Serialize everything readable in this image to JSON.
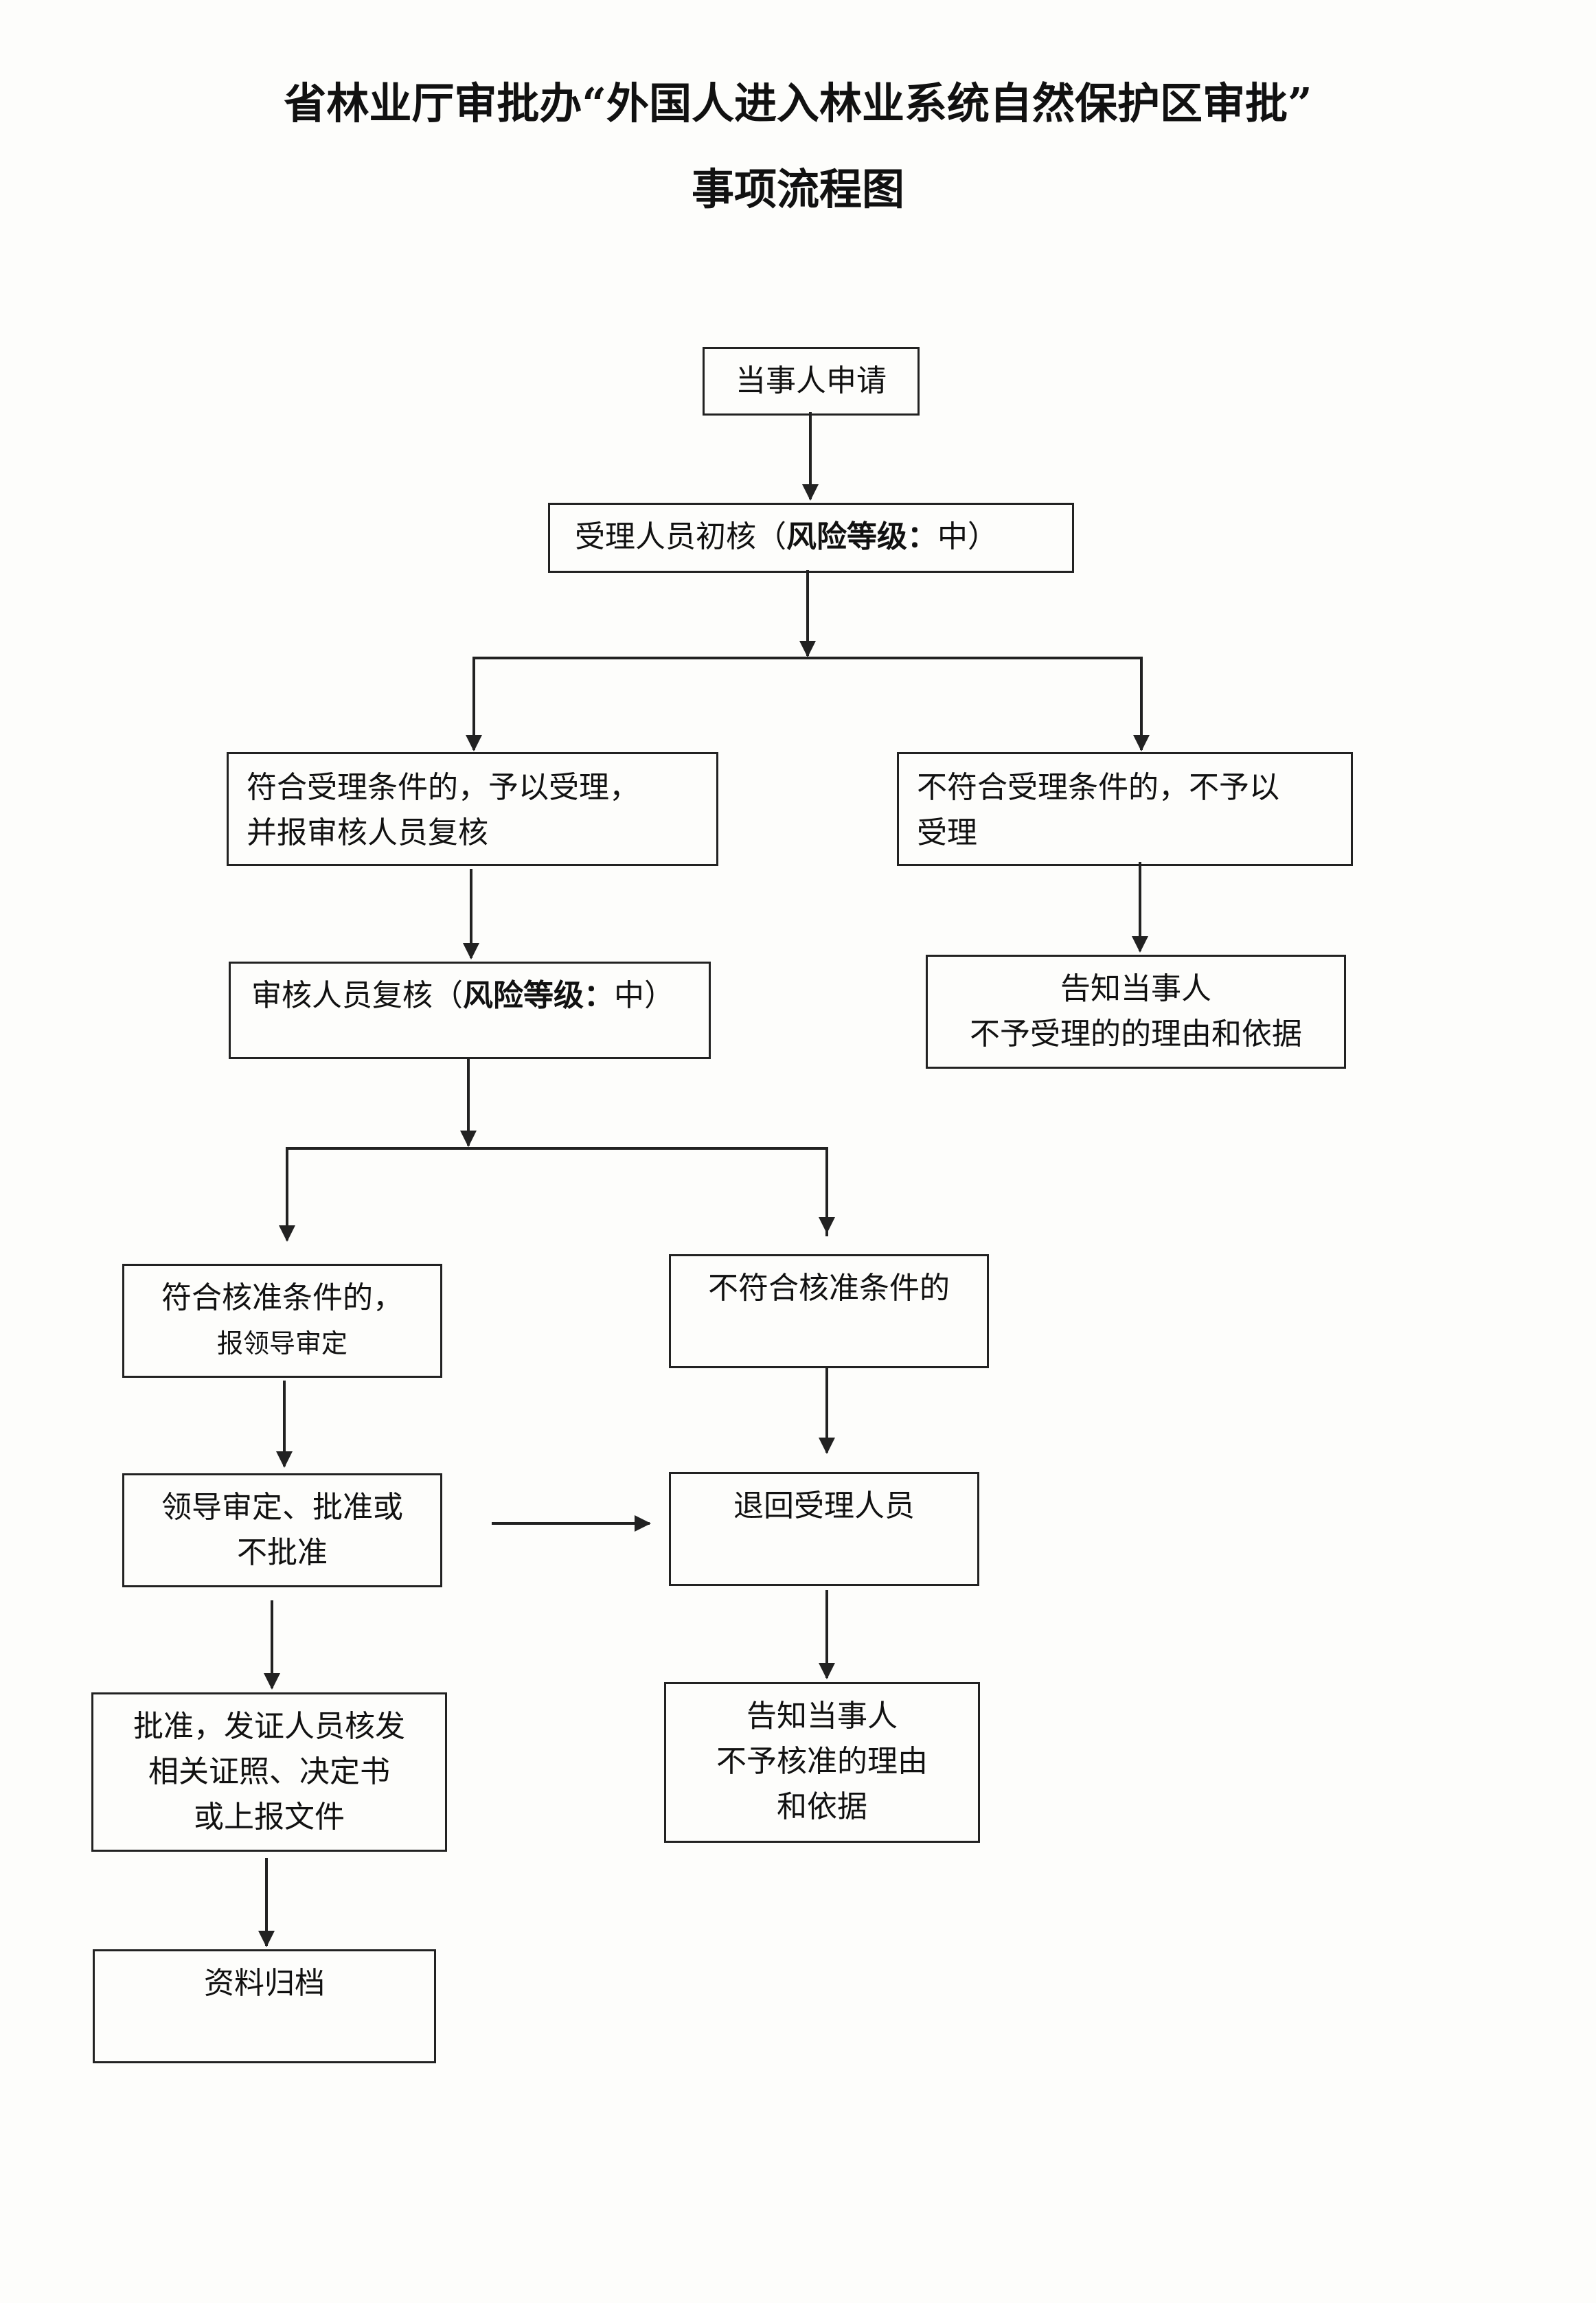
{
  "title": {
    "line1": "省林业厅审批办“外国人进入林业系统自然保护区审批”",
    "line2": "事项流程图"
  },
  "nodes": {
    "apply": {
      "text": "当事人申请"
    },
    "initial_review": {
      "prefix": "受理人员初核（",
      "risk": "风险等级：",
      "level": "中",
      "suffix": "）"
    },
    "accept": {
      "line1": "符合受理条件的，予以受理，",
      "line2": "并报审核人员复核"
    },
    "reject_accept": {
      "line1": "不符合受理条件的，不予以",
      "line2": "受理"
    },
    "notify_reject": {
      "line1": "告知当事人",
      "line2": "不予受理的的理由和依据"
    },
    "recheck": {
      "prefix": "审核人员复核（",
      "risk": "风险等级：",
      "level": "中",
      "suffix": "）"
    },
    "approve_cond": {
      "line1": "符合核准条件的，",
      "line2": "报领导审定"
    },
    "reject_cond": {
      "text": "不符合核准条件的"
    },
    "leader": {
      "line1": "领导审定、批准或",
      "line2": "不批准"
    },
    "return": {
      "text": "退回受理人员"
    },
    "issue": {
      "line1": "批准，发证人员核发",
      "line2": "相关证照、决定书",
      "line3": "或上报文件"
    },
    "notify_nocond": {
      "line1": "告知当事人",
      "line2": "不予核准的理由",
      "line3": "和依据"
    },
    "archive": {
      "text": "资料归档"
    }
  },
  "colors": {
    "line": "#222222",
    "background": "#fdfdfb"
  }
}
